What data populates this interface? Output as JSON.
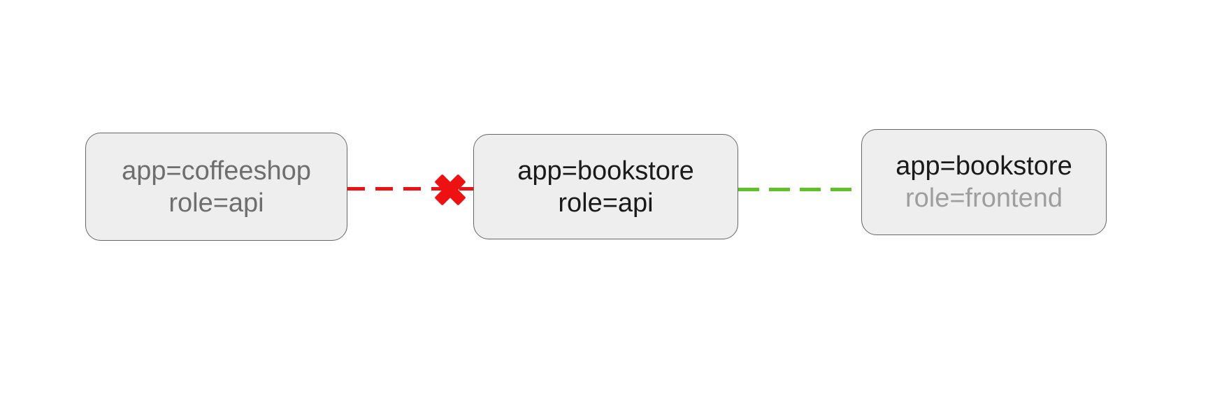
{
  "colors": {
    "background": "#ffffff",
    "node_fill": "#eeeeee",
    "node_border": "#666666",
    "text_dark": "#1a1a1a",
    "text_muted": "#6e6e6e",
    "text_light": "#9e9e9e",
    "blocked": "#ee1111",
    "allowed": "#5dc226"
  },
  "diagram": {
    "nodes": [
      {
        "id": "coffeeshop-api",
        "line1": "app=coffeeshop",
        "line2": "role=api"
      },
      {
        "id": "bookstore-api",
        "line1": "app=bookstore",
        "line2": "role=api"
      },
      {
        "id": "bookstore-frontend",
        "line1": "app=bookstore",
        "line2": "role=frontend"
      }
    ],
    "edges": [
      {
        "from": "coffeeshop-api",
        "to": "bookstore-api",
        "status": "blocked",
        "line_style": "dashed",
        "color": "#ee1111",
        "marker": "blocked-x-icon"
      },
      {
        "from": "bookstore-api",
        "to": "bookstore-frontend",
        "status": "allowed",
        "line_style": "dashed",
        "color": "#5dc226",
        "marker": "none"
      }
    ]
  }
}
